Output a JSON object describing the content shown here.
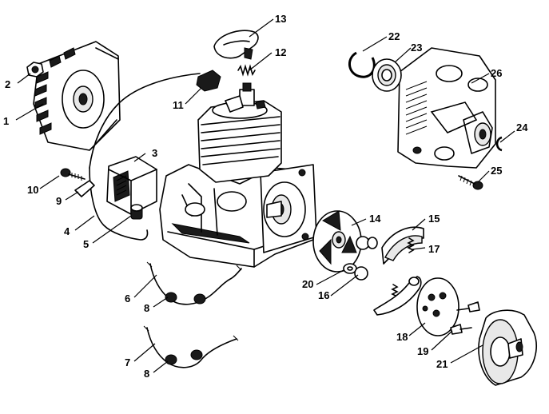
{
  "callouts": {
    "c1": "1",
    "c2": "2",
    "c3": "3",
    "c4": "4",
    "c5": "5",
    "c6": "6",
    "c7": "7",
    "c8a": "8",
    "c8b": "8",
    "c9": "9",
    "c10": "10",
    "c11": "11",
    "c12": "12",
    "c13": "13",
    "c14": "14",
    "c15": "15",
    "c16": "16",
    "c17": "17",
    "c18": "18",
    "c19": "19",
    "c20": "20",
    "c21": "21",
    "c22": "22",
    "c23": "23",
    "c24": "24",
    "c25": "25",
    "c26": "26"
  }
}
